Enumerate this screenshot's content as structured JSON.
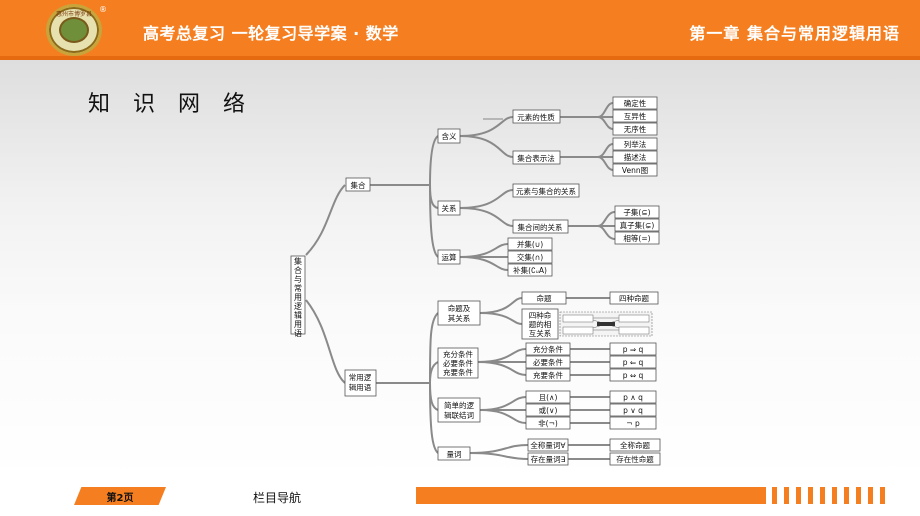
{
  "header": {
    "logo_text": "惠州市博罗县",
    "book_title": "高考总复习  一轮复习导学案 · 数学",
    "chapter": "第一章    集合与常用逻辑用语"
  },
  "section_title": "知 识 网 络",
  "mindmap": {
    "root": "集合与常用逻辑用语",
    "set": {
      "label": "集合",
      "meaning": "含义",
      "element_props": "元素的性质",
      "props": [
        "确定性",
        "互异性",
        "无序性"
      ],
      "representation": "集合表示法",
      "rep_methods": [
        "列举法",
        "描述法",
        "Venn图"
      ],
      "relation": "关系",
      "elem_set_rel": "元素与集合的关系",
      "set_set_rel": "集合间的关系",
      "set_rels": [
        "子集(⊆)",
        "真子集(⊊)",
        "相等(=)"
      ],
      "operation": "运算",
      "ops": [
        "并集(∪)",
        "交集(∩)",
        "补集(∁ᵤA)"
      ]
    },
    "logic": {
      "label": "常用逻辑用语",
      "prop_group": "命题及其关系",
      "prop": "命题",
      "four_props": "四种命题",
      "four_rel": "四种命题的相互关系",
      "suff_group": "充分条件必要条件充要条件",
      "suff_items": [
        "充分条件",
        "必要条件",
        "充要条件"
      ],
      "suff_symbols": [
        "p ⇒ q",
        "p ⇐ q",
        "p ⇔ q"
      ],
      "conn_group": "简单的逻辑联结词",
      "conn_items": [
        "且(∧)",
        "或(∨)",
        "非(¬)"
      ],
      "conn_symbols": [
        "p ∧ q",
        "p ∨ q",
        "¬ p"
      ],
      "quant_group": "量词",
      "quant_items": [
        "全称量词∀",
        "存在量词∃"
      ],
      "quant_props": [
        "全称命题",
        "存在性命题"
      ]
    }
  },
  "footer": {
    "page": "第2页",
    "nav_label": "栏目导航"
  }
}
